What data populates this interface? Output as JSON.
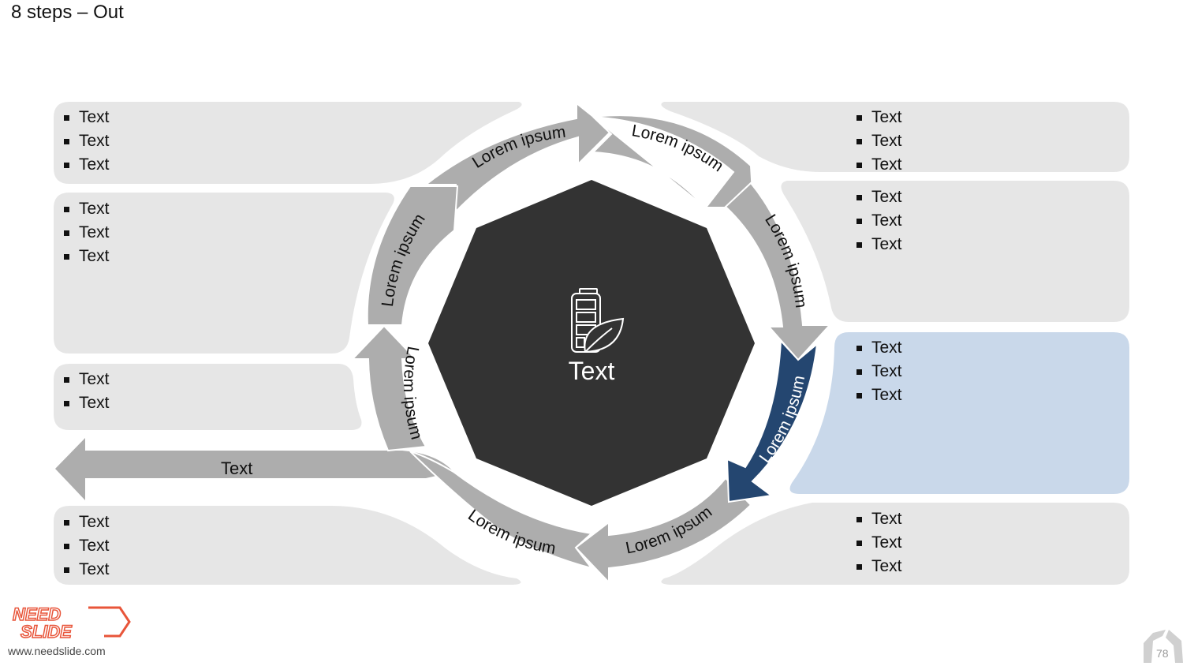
{
  "title": "8 steps – Out",
  "center": {
    "label": "Text",
    "icon": "battery-leaf-icon"
  },
  "out_arrow_label": "Text",
  "ring_labels": [
    "Lorem ipsum",
    "Lorem ipsum",
    "Lorem ipsum",
    "Lorem ipsum",
    "Lorem ipsum",
    "Lorem ipsum",
    "Lorem ipsum",
    "Lorem ipsum"
  ],
  "panels": {
    "left_1": [
      "Text",
      "Text",
      "Text"
    ],
    "left_2": [
      "Text",
      "Text",
      "Text"
    ],
    "left_3": [
      "Text",
      "Text"
    ],
    "left_4": [
      "Text",
      "Text",
      "Text"
    ],
    "right_1": [
      "Text",
      "Text",
      "Text"
    ],
    "right_2": [
      "Text",
      "Text",
      "Text"
    ],
    "right_3": [
      "Text",
      "Text",
      "Text"
    ],
    "right_4": [
      "Text",
      "Text",
      "Text"
    ]
  },
  "colors": {
    "panel": "#e6e6e6",
    "highlight_panel": "#c9d8ea",
    "arrow": "#adadad",
    "active_arrow": "#244670",
    "octagon": "#333333"
  },
  "footer": {
    "url": "www.needslide.com",
    "page": "78",
    "logo_top": "NEED",
    "logo_bottom": "SLIDE"
  }
}
